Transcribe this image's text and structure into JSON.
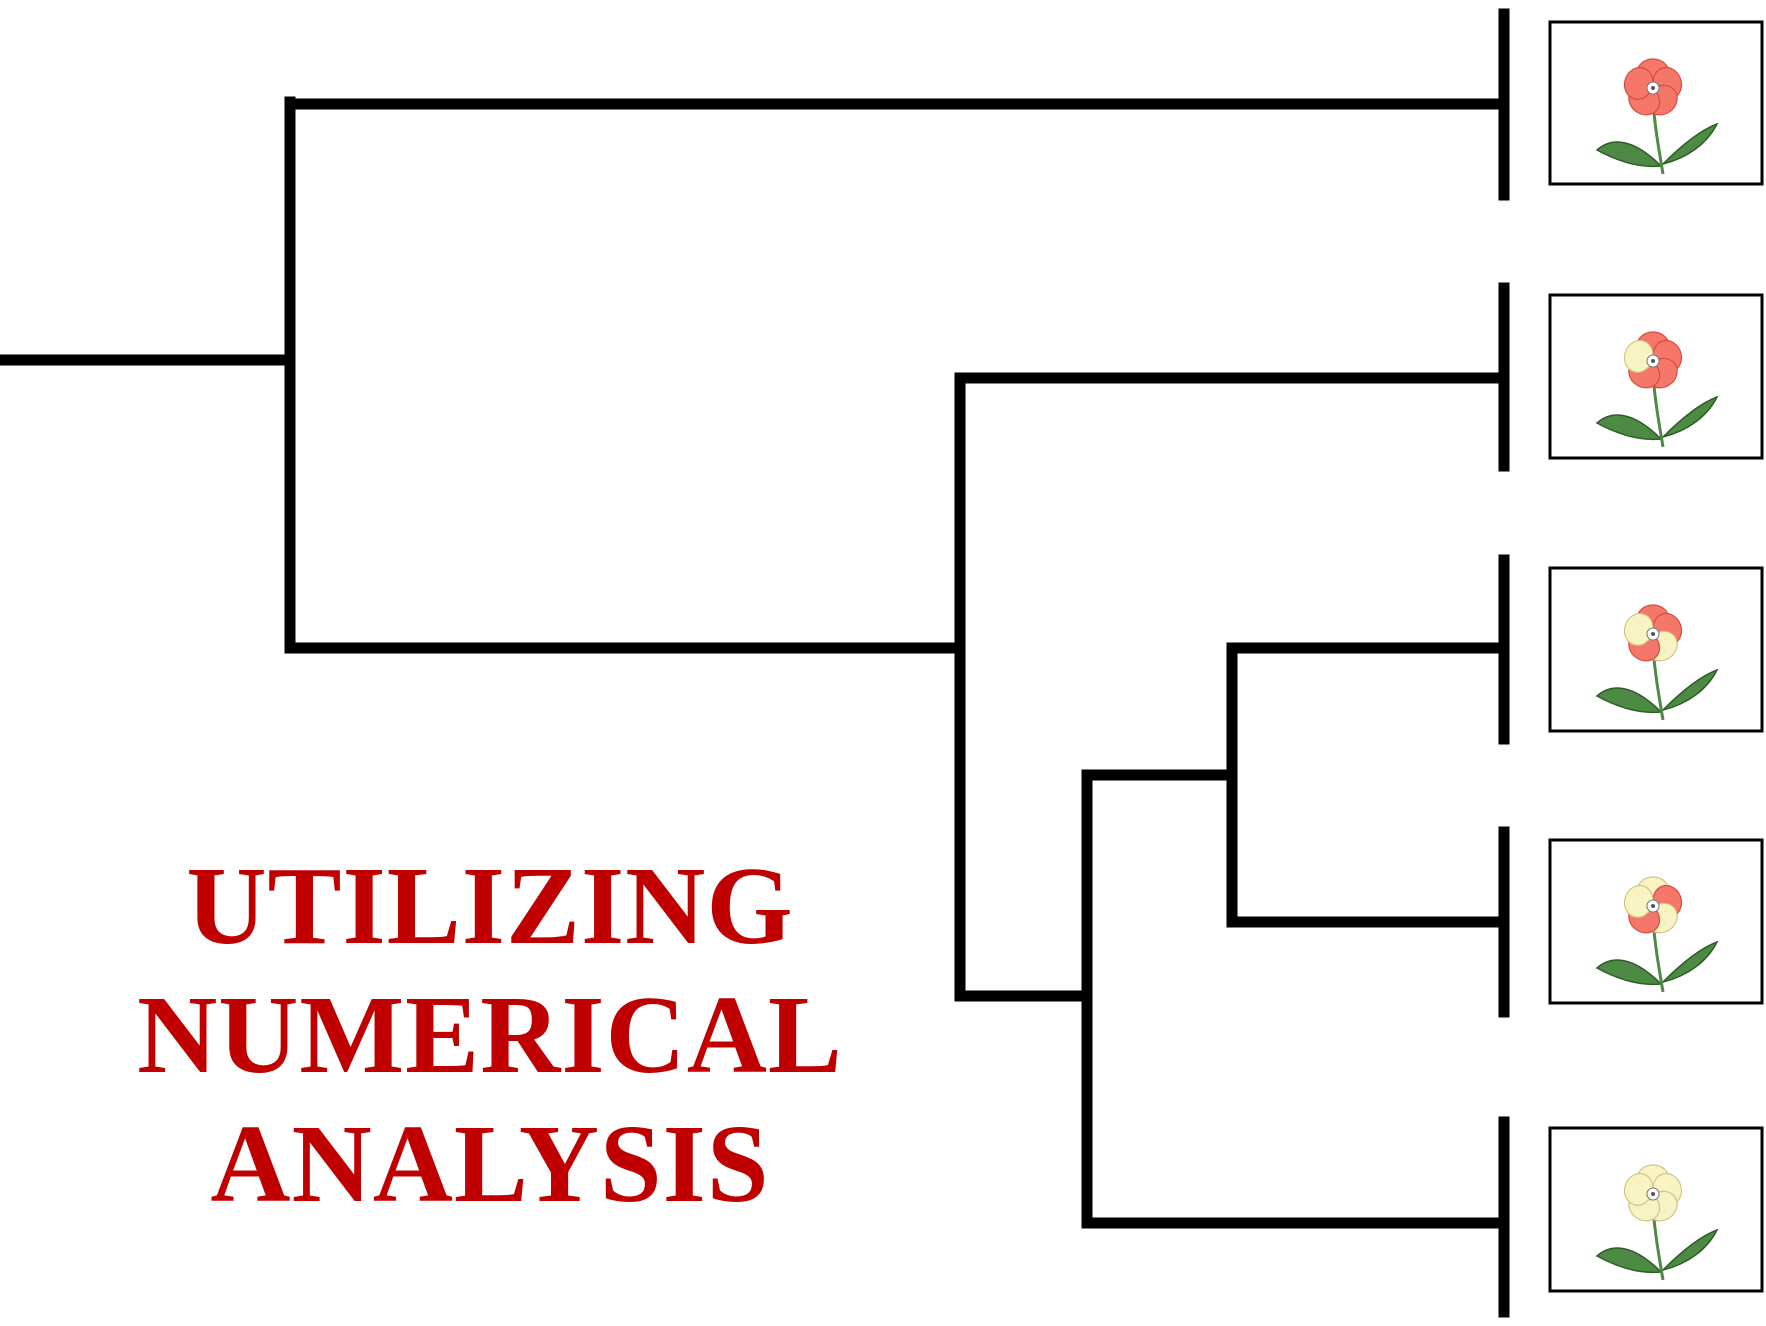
{
  "caption": {
    "lines": [
      "UTILIZING",
      "NUMERICAL",
      "ANALYSIS"
    ]
  },
  "colors": {
    "caption": "#c00000",
    "tree": "#000000",
    "petal_red": "#f4776a",
    "petal_red_stroke": "#d94a3e",
    "petal_cream": "#f8f3c2",
    "petal_cream_stroke": "#cfc48a",
    "stem": "#4d8a43",
    "leaf": "#4d8a43",
    "leaf_stroke": "#2f5e28",
    "frame": "#000000"
  },
  "tips": [
    {
      "name": "flower-all-red",
      "petals": [
        "red",
        "red",
        "red",
        "red",
        "red"
      ]
    },
    {
      "name": "flower-one-cream",
      "petals": [
        "red",
        "red",
        "red",
        "red",
        "cream"
      ]
    },
    {
      "name": "flower-two-cream",
      "petals": [
        "red",
        "red",
        "cream",
        "red",
        "cream"
      ]
    },
    {
      "name": "flower-three-cream",
      "petals": [
        "cream",
        "red",
        "cream",
        "red",
        "cream"
      ]
    },
    {
      "name": "flower-all-cream",
      "petals": [
        "cream",
        "cream",
        "cream",
        "cream",
        "cream"
      ]
    }
  ]
}
